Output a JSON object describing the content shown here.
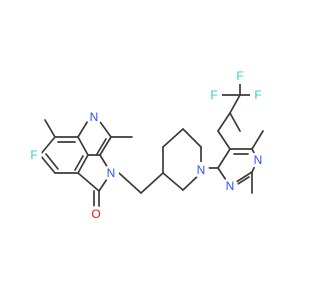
{
  "molecule": {
    "atoms": {
      "F_left": {
        "label": "F",
        "color": "#33cccc"
      },
      "N_quin1": {
        "label": "N",
        "color": "#3050f8"
      },
      "N_quin3": {
        "label": "N",
        "color": "#3050f8"
      },
      "O": {
        "label": "O",
        "color": "#ff0d0d"
      },
      "N_pip": {
        "label": "N",
        "color": "#3050f8"
      },
      "N_pyr1": {
        "label": "N",
        "color": "#3050f8"
      },
      "N_pyr3": {
        "label": "N",
        "color": "#3050f8"
      },
      "F_cf3_left": {
        "label": "F",
        "color": "#33cccc"
      },
      "F_cf3_right": {
        "label": "F",
        "color": "#33cccc"
      },
      "F_cf3_top": {
        "label": "F",
        "color": "#33cccc"
      }
    },
    "bond_color": "#3b3b3b"
  }
}
